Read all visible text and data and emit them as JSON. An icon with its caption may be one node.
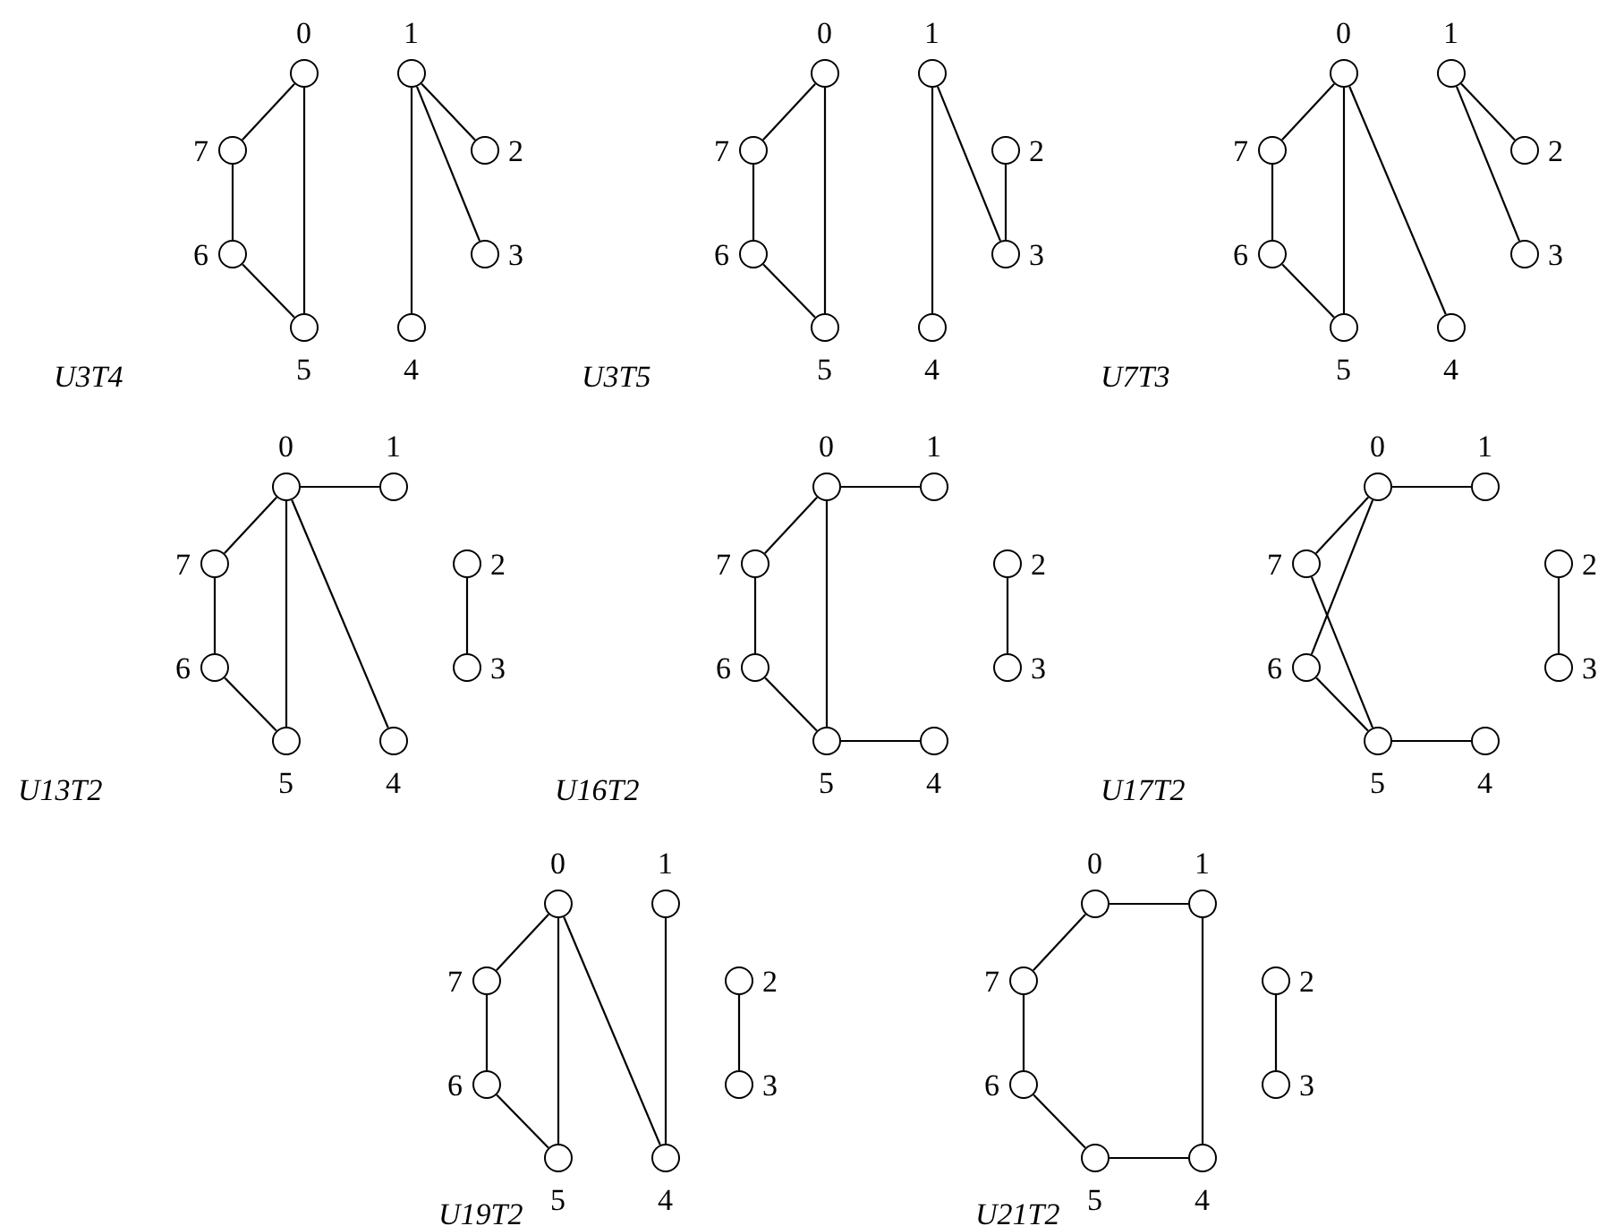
{
  "diagram": {
    "nodes": [
      {
        "text": [],
        "shape": "circle",
        "beside": [
          "0"
        ]
      },
      {
        "text": [],
        "shape": "circle",
        "beside": [
          "1"
        ]
      },
      {
        "text": [],
        "shape": "circle",
        "beside": [
          "2"
        ]
      },
      {
        "text": [],
        "shape": "circle",
        "beside": [
          "3"
        ]
      },
      {
        "text": [],
        "shape": "circle",
        "beside": [
          "4"
        ]
      },
      {
        "text": [],
        "shape": "circle",
        "beside": [
          "5"
        ]
      },
      {
        "text": [],
        "shape": "circle",
        "beside": [
          "6"
        ]
      },
      {
        "text": [],
        "shape": "circle",
        "beside": [
          "7"
        ]
      },
      {
        "text": [],
        "shape": "circle",
        "beside": [
          "0"
        ]
      },
      {
        "text": [],
        "shape": "circle",
        "beside": [
          "1"
        ]
      },
      {
        "text": [],
        "shape": "circle",
        "beside": [
          "2"
        ]
      },
      {
        "text": [],
        "shape": "circle",
        "beside": [
          "3"
        ]
      },
      {
        "text": [],
        "shape": "circle",
        "beside": [
          "4"
        ]
      },
      {
        "text": [],
        "shape": "circle",
        "beside": [
          "5"
        ]
      },
      {
        "text": [],
        "shape": "circle",
        "beside": [
          "6"
        ]
      },
      {
        "text": [],
        "shape": "circle",
        "beside": [
          "7"
        ]
      },
      {
        "text": [],
        "shape": "circle",
        "beside": [
          "0"
        ]
      },
      {
        "text": [],
        "shape": "circle",
        "beside": [
          "1"
        ]
      },
      {
        "text": [],
        "shape": "circle",
        "beside": [
          "2"
        ]
      },
      {
        "text": [],
        "shape": "circle",
        "beside": [
          "3"
        ]
      },
      {
        "text": [],
        "shape": "circle",
        "beside": [
          "4"
        ]
      },
      {
        "text": [],
        "shape": "circle",
        "beside": [
          "5"
        ]
      },
      {
        "text": [],
        "shape": "circle",
        "beside": [
          "6"
        ]
      },
      {
        "text": [],
        "shape": "circle",
        "beside": [
          "7"
        ]
      },
      {
        "text": [],
        "shape": "circle",
        "beside": [
          "0"
        ]
      },
      {
        "text": [],
        "shape": "circle",
        "beside": [
          "1"
        ]
      },
      {
        "text": [],
        "shape": "circle",
        "beside": [
          "2"
        ]
      },
      {
        "text": [],
        "shape": "circle",
        "beside": [
          "3"
        ]
      },
      {
        "text": [],
        "shape": "circle",
        "beside": [
          "4"
        ]
      },
      {
        "text": [],
        "shape": "circle",
        "beside": [
          "5"
        ]
      },
      {
        "text": [],
        "shape": "circle",
        "beside": [
          "6"
        ]
      },
      {
        "text": [],
        "shape": "circle",
        "beside": [
          "7"
        ]
      },
      {
        "text": [],
        "shape": "circle",
        "beside": [
          "0"
        ]
      },
      {
        "text": [],
        "shape": "circle",
        "beside": [
          "1"
        ]
      },
      {
        "text": [],
        "shape": "circle",
        "beside": [
          "2"
        ]
      },
      {
        "text": [],
        "shape": "circle",
        "beside": [
          "3"
        ]
      },
      {
        "text": [],
        "shape": "circle",
        "beside": [
          "4"
        ]
      },
      {
        "text": [],
        "shape": "circle",
        "beside": [
          "5"
        ]
      },
      {
        "text": [],
        "shape": "circle",
        "beside": [
          "6"
        ]
      },
      {
        "text": [],
        "shape": "circle",
        "beside": [
          "7"
        ]
      },
      {
        "text": [],
        "shape": "circle",
        "beside": [
          "0"
        ]
      },
      {
        "text": [],
        "shape": "circle",
        "beside": [
          "1"
        ]
      },
      {
        "text": [],
        "shape": "circle",
        "beside": [
          "2"
        ]
      },
      {
        "text": [],
        "shape": "circle",
        "beside": [
          "3"
        ]
      },
      {
        "text": [],
        "shape": "circle",
        "beside": [
          "4"
        ]
      },
      {
        "text": [],
        "shape": "circle",
        "beside": [
          "5"
        ]
      },
      {
        "text": [],
        "shape": "circle",
        "beside": [
          "6"
        ]
      },
      {
        "text": [],
        "shape": "circle",
        "beside": [
          "7"
        ]
      },
      {
        "text": [],
        "shape": "circle",
        "beside": [
          "0"
        ]
      },
      {
        "text": [],
        "shape": "circle",
        "beside": [
          "1"
        ]
      },
      {
        "text": [],
        "shape": "circle",
        "beside": [
          "2"
        ]
      },
      {
        "text": [],
        "shape": "circle",
        "beside": [
          "3"
        ]
      },
      {
        "text": [],
        "shape": "circle",
        "beside": [
          "4"
        ]
      },
      {
        "text": [],
        "shape": "circle",
        "beside": [
          "5"
        ]
      },
      {
        "text": [],
        "shape": "circle",
        "beside": [
          "6"
        ]
      },
      {
        "text": [],
        "shape": "circle",
        "beside": [
          "7"
        ]
      },
      {
        "text": [],
        "shape": "circle",
        "beside": [
          "0"
        ]
      },
      {
        "text": [],
        "shape": "circle",
        "beside": [
          "1"
        ]
      },
      {
        "text": [],
        "shape": "circle",
        "beside": [
          "2"
        ]
      },
      {
        "text": [],
        "shape": "circle",
        "beside": [
          "3"
        ]
      },
      {
        "text": [],
        "shape": "circle",
        "beside": [
          "4"
        ]
      },
      {
        "text": [],
        "shape": "circle",
        "beside": [
          "5"
        ]
      },
      {
        "text": [],
        "shape": "circle",
        "beside": [
          "6"
        ]
      },
      {
        "text": [],
        "shape": "circle",
        "beside": [
          "7"
        ]
      }
    ],
    "edges": [
      {
        "from": 0,
        "to": 7,
        "arrow": "none"
      },
      {
        "from": 7,
        "to": 6,
        "arrow": "none"
      },
      {
        "from": 6,
        "to": 5,
        "arrow": "none"
      },
      {
        "from": 0,
        "to": 5,
        "arrow": "none"
      },
      {
        "from": 1,
        "to": 2,
        "arrow": "none"
      },
      {
        "from": 1,
        "to": 3,
        "arrow": "none"
      },
      {
        "from": 1,
        "to": 4,
        "arrow": "none"
      },
      {
        "from": 8,
        "to": 15,
        "arrow": "none"
      },
      {
        "from": 15,
        "to": 14,
        "arrow": "none"
      },
      {
        "from": 14,
        "to": 13,
        "arrow": "none"
      },
      {
        "from": 8,
        "to": 13,
        "arrow": "none"
      },
      {
        "from": 9,
        "to": 12,
        "arrow": "none"
      },
      {
        "from": 9,
        "to": 11,
        "arrow": "none"
      },
      {
        "from": 10,
        "to": 11,
        "arrow": "none"
      },
      {
        "from": 16,
        "to": 23,
        "arrow": "none"
      },
      {
        "from": 23,
        "to": 22,
        "arrow": "none"
      },
      {
        "from": 22,
        "to": 21,
        "arrow": "none"
      },
      {
        "from": 16,
        "to": 21,
        "arrow": "none"
      },
      {
        "from": 16,
        "to": 20,
        "arrow": "none"
      },
      {
        "from": 17,
        "to": 18,
        "arrow": "none"
      },
      {
        "from": 17,
        "to": 19,
        "arrow": "none"
      },
      {
        "from": 24,
        "to": 25,
        "arrow": "none"
      },
      {
        "from": 24,
        "to": 31,
        "arrow": "none"
      },
      {
        "from": 31,
        "to": 30,
        "arrow": "none"
      },
      {
        "from": 30,
        "to": 29,
        "arrow": "none"
      },
      {
        "from": 24,
        "to": 29,
        "arrow": "none"
      },
      {
        "from": 24,
        "to": 28,
        "arrow": "none"
      },
      {
        "from": 26,
        "to": 27,
        "arrow": "none"
      },
      {
        "from": 32,
        "to": 33,
        "arrow": "none"
      },
      {
        "from": 32,
        "to": 39,
        "arrow": "none"
      },
      {
        "from": 39,
        "to": 38,
        "arrow": "none"
      },
      {
        "from": 38,
        "to": 37,
        "arrow": "none"
      },
      {
        "from": 32,
        "to": 37,
        "arrow": "none"
      },
      {
        "from": 37,
        "to": 36,
        "arrow": "none"
      },
      {
        "from": 34,
        "to": 35,
        "arrow": "none"
      },
      {
        "from": 40,
        "to": 41,
        "arrow": "none"
      },
      {
        "from": 40,
        "to": 47,
        "arrow": "none"
      },
      {
        "from": 40,
        "to": 46,
        "arrow": "none"
      },
      {
        "from": 47,
        "to": 45,
        "arrow": "none"
      },
      {
        "from": 46,
        "to": 45,
        "arrow": "none"
      },
      {
        "from": 45,
        "to": 44,
        "arrow": "none"
      },
      {
        "from": 42,
        "to": 43,
        "arrow": "none"
      },
      {
        "from": 48,
        "to": 55,
        "arrow": "none"
      },
      {
        "from": 55,
        "to": 54,
        "arrow": "none"
      },
      {
        "from": 54,
        "to": 53,
        "arrow": "none"
      },
      {
        "from": 48,
        "to": 53,
        "arrow": "none"
      },
      {
        "from": 48,
        "to": 52,
        "arrow": "none"
      },
      {
        "from": 49,
        "to": 52,
        "arrow": "none"
      },
      {
        "from": 50,
        "to": 51,
        "arrow": "none"
      },
      {
        "from": 56,
        "to": 57,
        "arrow": "none"
      },
      {
        "from": 56,
        "to": 63,
        "arrow": "none"
      },
      {
        "from": 63,
        "to": 62,
        "arrow": "none"
      },
      {
        "from": 62,
        "to": 61,
        "arrow": "none"
      },
      {
        "from": 61,
        "to": 60,
        "arrow": "none"
      },
      {
        "from": 57,
        "to": 60,
        "arrow": "none"
      },
      {
        "from": 58,
        "to": 59,
        "arrow": "none"
      }
    ],
    "labels": [
      "U3T4",
      "U3T5",
      "U7T3",
      "U13T2",
      "U16T2",
      "U17T2",
      "U19T2",
      "U21T2"
    ]
  }
}
